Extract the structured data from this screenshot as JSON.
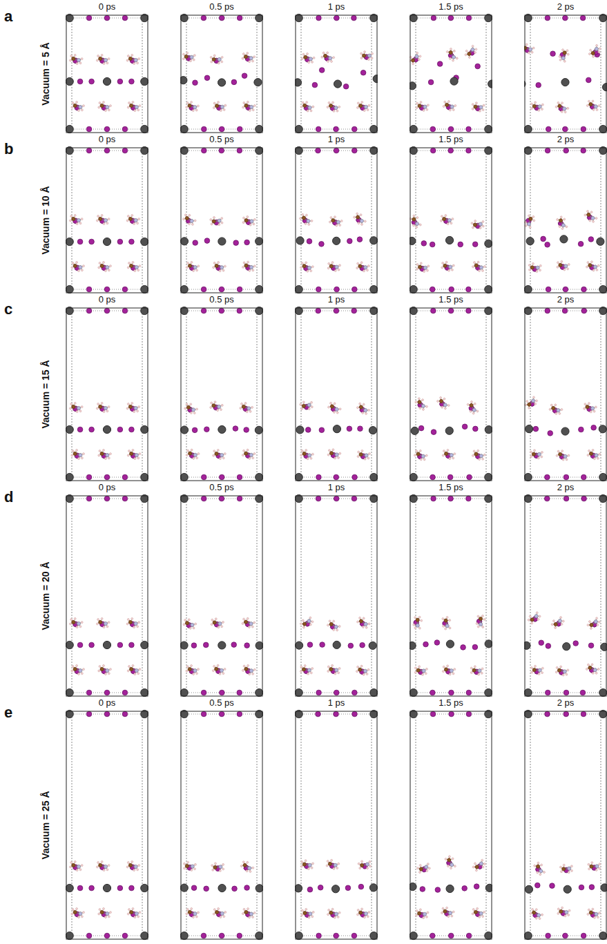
{
  "diagram": {
    "labels": [
      "a",
      "Vacuum = 5 Å",
      "0 ps",
      "0.5 ps",
      "1 ps",
      "1.5 ps",
      "2 ps",
      "b",
      "Vacuum = 10 Å",
      "0 ps",
      "0.5 ps",
      "1 ps",
      "1.5 ps",
      "2 ps",
      "c",
      "Vacuum = 15 Å",
      "0 ps",
      "0.5 ps",
      "1 ps",
      "1.5 ps",
      "2 ps",
      "d",
      "Vacuum = 20 Å",
      "0 ps",
      "0.5 ps",
      "1 ps",
      "1.5 ps",
      "2 ps",
      "e",
      "Vacuum = 25 Å",
      "0 ps",
      "0.5 ps",
      "1 ps",
      "1.5 ps",
      "2 ps"
    ]
  }
}
